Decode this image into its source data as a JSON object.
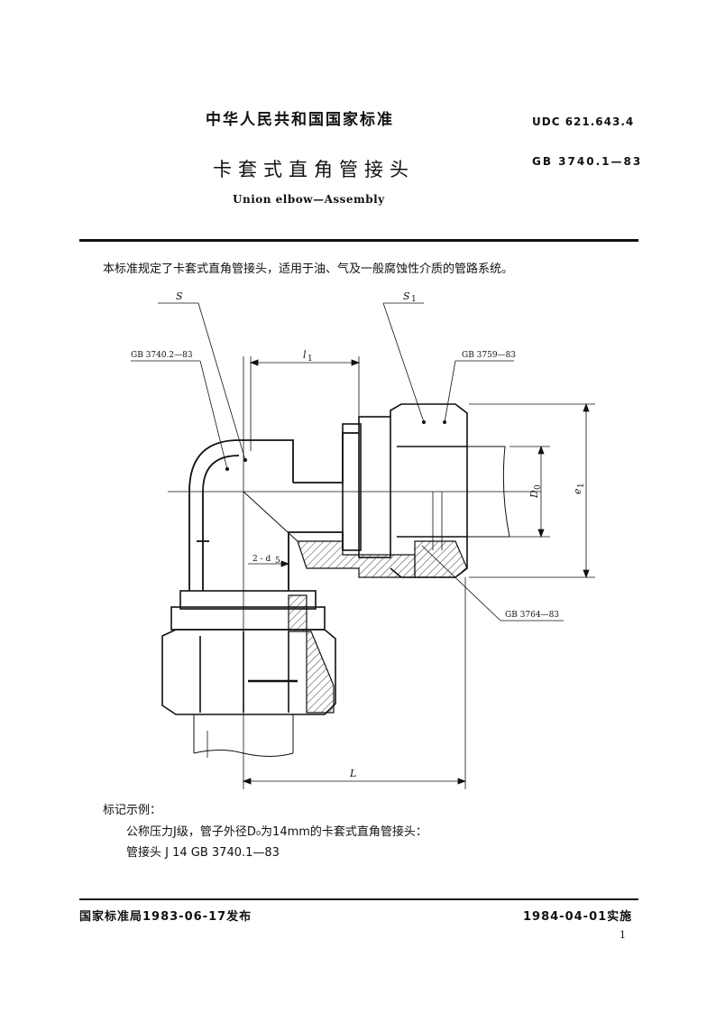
{
  "header": {
    "organization": "中华人民共和国国家标准",
    "udc": "UDC  621.643.4",
    "standard_no": "GB  3740.1—83",
    "title": "卡套式直角管接头",
    "subtitle": "Union elbow—Assembly"
  },
  "intro": "本标准规定了卡套式直角管接头，适用于油、气及一般腐蚀性介质的管路系统。",
  "drawing": {
    "labels": {
      "s": "S",
      "s1": "S",
      "s1_sub": "1",
      "ref_body": "GB  3740.2—83",
      "ref_nut": "GB  3759—83",
      "ref_sleeve": "GB  3764—83",
      "l1": "l",
      "l1_sub": "1",
      "d0": "D",
      "d0_sub": "0",
      "e1": "e",
      "e1_sub": "1",
      "d5": "2 - d",
      "d5_sub": "5",
      "L": "L"
    }
  },
  "example": {
    "heading": "标记示例：",
    "line1": "公称压力J级，管子外径D₀为14mm的卡套式直角管接头：",
    "line2": "管接头   J 14    GB  3740.1—83"
  },
  "footer": {
    "issued": "国家标准局1983-06-17发布",
    "effective": "1984-04-01实施",
    "page": "1"
  }
}
